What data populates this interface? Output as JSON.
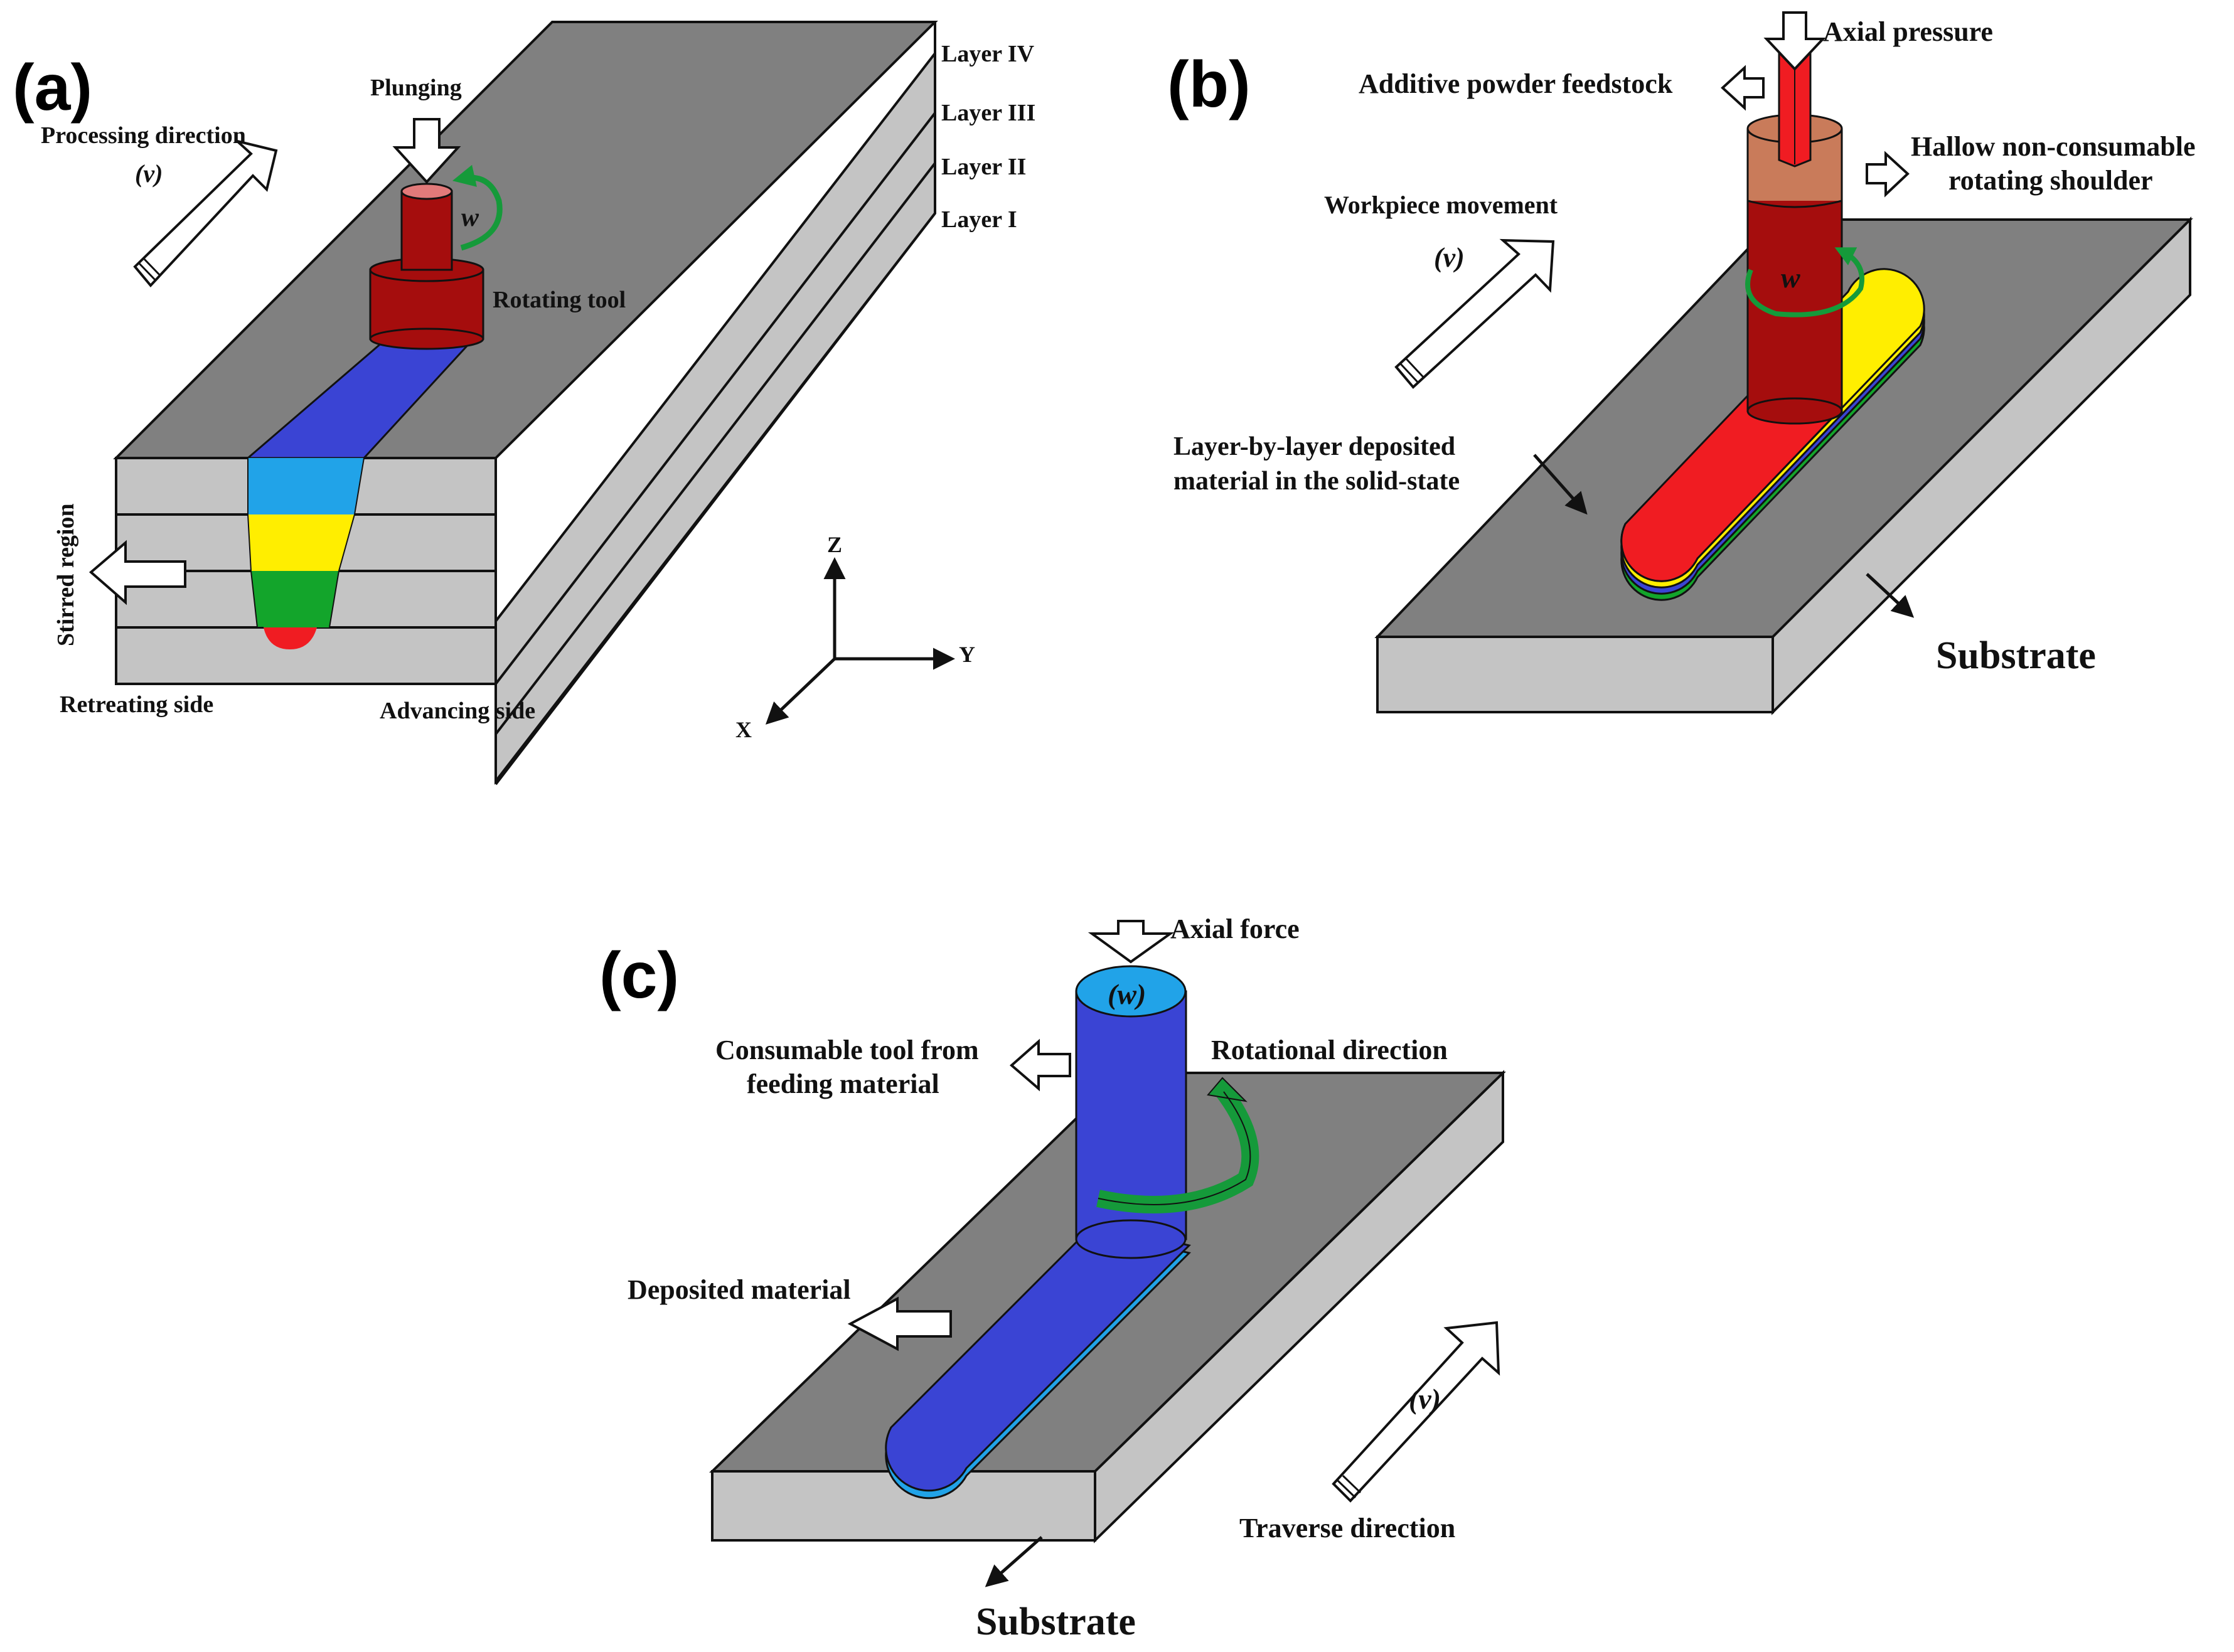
{
  "colors": {
    "top_dark": "#808080",
    "side_light": "#c4c4c4",
    "tool_red": "#a50d0d",
    "tool_red_top": "#e27a7a",
    "shoulder_brown": "#c97b5a",
    "blue": "#3a44d4",
    "cyan": "#21a3e8",
    "yellow": "#ffee00",
    "green": "#13a52b",
    "red": "#f01c22",
    "arrow_green": "#159a3a"
  },
  "panel_a": {
    "letter": "(a)",
    "plunging": "Plunging",
    "processing_direction": "Processing direction",
    "v_symbol": "(ν)",
    "w_symbol": "w",
    "rotating_tool": "Rotating tool",
    "layers": [
      "Layer IV",
      "Layer III",
      "Layer II",
      "Layer I"
    ],
    "stirred_region": "Stirred region",
    "retreating_side": "Retreating side",
    "advancing_side": "Advancing side",
    "axis_z": "Z",
    "axis_y": "Y",
    "axis_x": "X"
  },
  "panel_b": {
    "letter": "(b)",
    "axial_pressure": "Axial pressure",
    "additive_powder": "Additive powder feedstock",
    "hollow_shoulder_1": "Hallow non-consumable",
    "hollow_shoulder_2": "rotating shoulder",
    "workpiece_movement": "Workpiece movement",
    "v_symbol": "(ν)",
    "w_symbol": "w",
    "layer_deposit_1": "Layer-by-layer deposited",
    "layer_deposit_2": "material in the solid-state",
    "substrate": "Substrate"
  },
  "panel_c": {
    "letter": "(c)",
    "axial_force": "Axial force",
    "w_symbol": "(w)",
    "consumable_1": "Consumable tool from",
    "consumable_2": "feeding material",
    "rotational_direction": "Rotational direction",
    "deposited_material": "Deposited material",
    "v_symbol": "(ν)",
    "traverse_direction": "Traverse direction",
    "substrate": "Substrate"
  }
}
